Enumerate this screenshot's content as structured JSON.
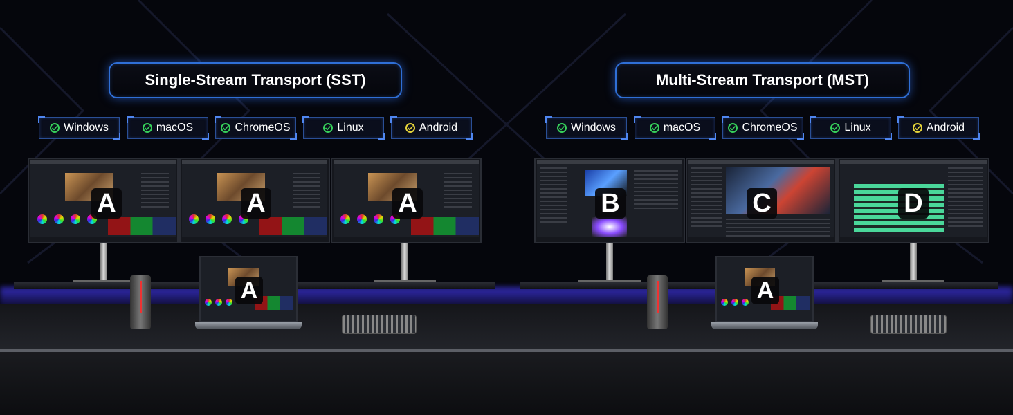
{
  "sections": [
    {
      "title": "Single-Stream Transport (SST)",
      "os": [
        {
          "name": "Windows",
          "check": "green"
        },
        {
          "name": "macOS",
          "check": "green"
        },
        {
          "name": "ChromeOS",
          "check": "green"
        },
        {
          "name": "Linux",
          "check": "green"
        },
        {
          "name": "Android",
          "check": "yellow"
        }
      ],
      "monitors": [
        "A",
        "A",
        "A"
      ],
      "laptop": "A"
    },
    {
      "title": "Multi-Stream Transport (MST)",
      "os": [
        {
          "name": "Windows",
          "check": "green"
        },
        {
          "name": "macOS",
          "check": "green"
        },
        {
          "name": "ChromeOS",
          "check": "green"
        },
        {
          "name": "Linux",
          "check": "green"
        },
        {
          "name": "Android",
          "check": "yellow"
        }
      ],
      "monitors": [
        "B",
        "C",
        "D"
      ],
      "laptop": "A"
    }
  ],
  "colors": {
    "accent_blue": "#2f6fd6",
    "check_green": "#36d05a",
    "check_yellow": "#e5d43a",
    "desk_glow": "#4a3cff"
  }
}
